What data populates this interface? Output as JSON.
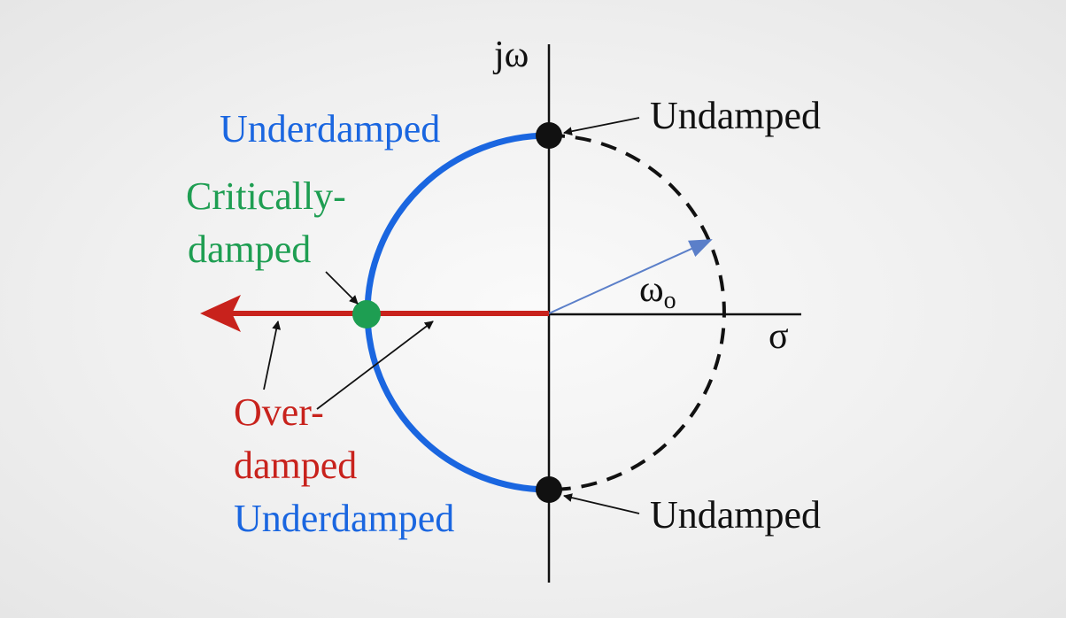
{
  "axes": {
    "imag_label": "jω",
    "real_label": "σ"
  },
  "radius_label": "ω",
  "radius_subscript": "o",
  "labels": {
    "underdamped_top": "Underdamped",
    "underdamped_bottom": "Underdamped",
    "critically_line1": "Critically-",
    "critically_line2": "damped",
    "overdamped_line1": "Over-",
    "overdamped_line2": "damped",
    "undamped_top": "Undamped",
    "undamped_bottom": "Undamped"
  },
  "colors": {
    "underdamped": "#1a66e0",
    "critically_damped": "#1e9e52",
    "overdamped": "#c8221c",
    "undamped": "#111111",
    "radius_arrow": "#5b7fc9",
    "axis": "#111111"
  }
}
